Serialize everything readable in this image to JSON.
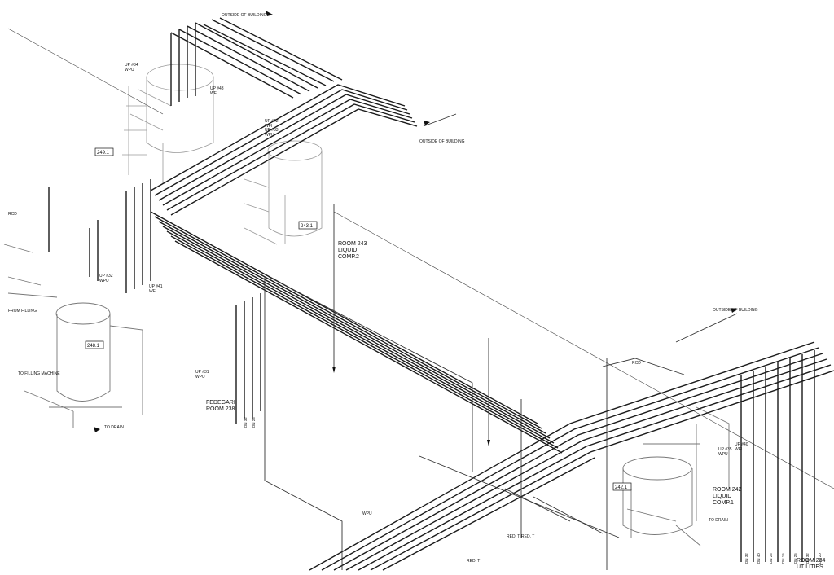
{
  "colors": {
    "pipe": "#1a1a1a",
    "pipe_light": "#555555",
    "equipment": "#9a9a9a",
    "background": "#ffffff"
  },
  "labels": {
    "outside_1": "OUTSIDE OF BUILDING",
    "outside_2": "OUTSIDE OF BUILDING",
    "outside_3": "OUTSIDE OF BUILDING",
    "up34": "UP #34",
    "up34_sub": "WPU",
    "up43_top": "UP #43",
    "up43_top_sub": "WFI",
    "up42": "UP #42",
    "up42_sub": "WFI",
    "up33": "UP #33",
    "up33_sub": "WPU",
    "up32": "UP #32",
    "up32_sub": "WPU",
    "up41": "UP #41",
    "up41_sub": "WFI",
    "up31": "UP #31",
    "up31_sub": "WPU",
    "up35": "UP #35",
    "up35_sub": "WPU",
    "up40": "UP #40",
    "up40_sub": "WFI",
    "rcd_1": "RCD",
    "rcd_2": "RCD",
    "from_filling": "FROM FILLING",
    "to_filling": "TO FILLING MACHINE",
    "to_drain": "TO DRAIN",
    "to_drain_2": "TO DRAIN",
    "fedegari_1": "FEDEGARI",
    "fedegari_2": "ROOM 238",
    "room243_1": "ROOM 243",
    "room243_2": "LIQUID",
    "room243_3": "COMP.2",
    "room242_1": "ROOM 242",
    "room242_2": "LIQUID",
    "room242_3": "COMP.1",
    "room234_1": "ROOM 234",
    "room234_2": "UTILITIES",
    "wpu": "WPU",
    "red_t1": "RED. T",
    "red_t2": "RED. T",
    "red_t3": "RED. T"
  },
  "tags": {
    "t249": "249.1",
    "t243": "243.1",
    "t248": "248.1",
    "t242": "242.1"
  },
  "vertical_labels": [
    "DN 32",
    "DN 25",
    "DN 32",
    "DN 40",
    "DN 25",
    "DN 15",
    "DN 25",
    "DN 32",
    "DN 20"
  ]
}
